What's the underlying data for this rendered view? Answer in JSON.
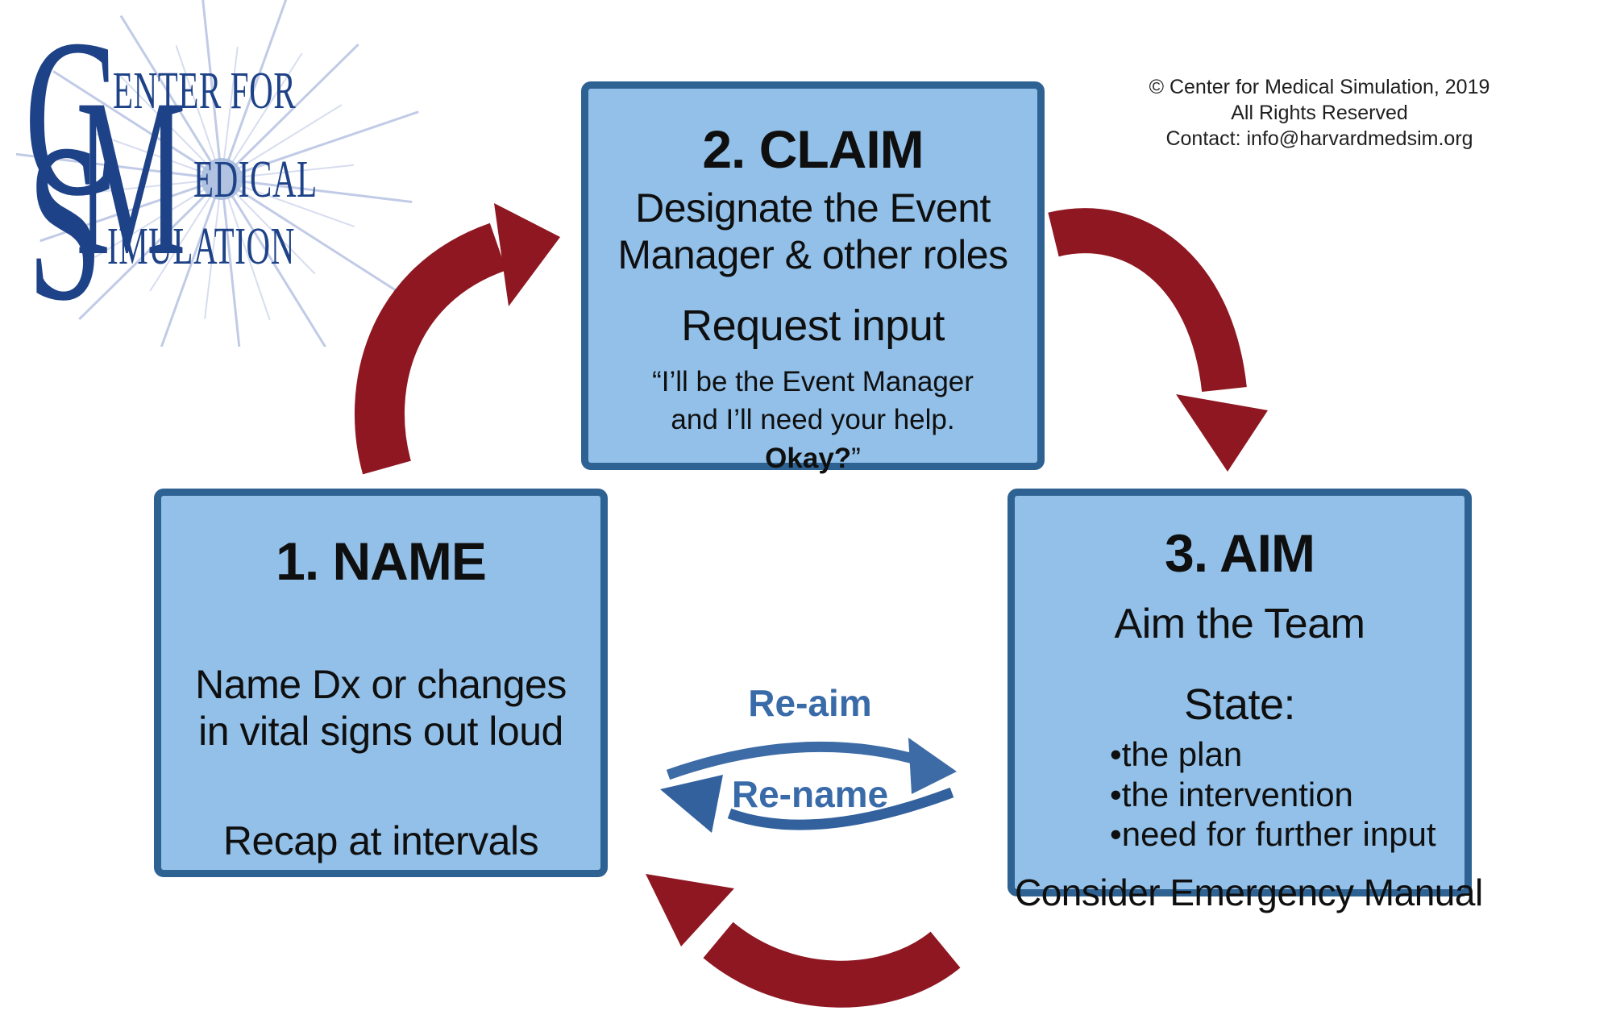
{
  "logo": {
    "initials": [
      "C",
      "M",
      "S"
    ],
    "word_rest": [
      "ENTER FOR",
      "EDICAL",
      "IMULATION"
    ]
  },
  "copyright": {
    "line1": "© Center for Medical Simulation, 2019",
    "line2": "All Rights Reserved",
    "line3": "Contact: info@harvardmedsim.org"
  },
  "boxes": {
    "name": {
      "title": "1. NAME",
      "lines": [
        "Name Dx or changes",
        "in vital signs out loud"
      ],
      "footer": "Recap at intervals"
    },
    "claim": {
      "title": "2. CLAIM",
      "subtitle_lines": [
        "Designate the Event",
        "Manager & other roles"
      ],
      "action": "Request input",
      "quote_lines": [
        "“I’ll be the Event Manager",
        "and I’ll need your help."
      ],
      "quote_bold": "Okay?",
      "quote_close": "”"
    },
    "aim": {
      "title": "3. AIM",
      "subtitle": "Aim the Team",
      "state_label": "State:",
      "bullet_glyph": "•",
      "bullets": [
        "the plan",
        "the intervention",
        "need for further input"
      ],
      "footer": "Consider Emergency Manual"
    }
  },
  "cycle_labels": {
    "re_aim": "Re-aim",
    "re_name": "Re-name"
  },
  "colors": {
    "box_fill": "#92c0e8",
    "box_border": "#2d6293",
    "arrow_red": "#8e1722",
    "arrow_blue_top": "#3c6ba6",
    "arrow_blue_bottom": "#33619e",
    "label_blue": "#3a6ba9",
    "logo_navy": "#1e4287",
    "burst_ray": "#b7c3e2"
  }
}
